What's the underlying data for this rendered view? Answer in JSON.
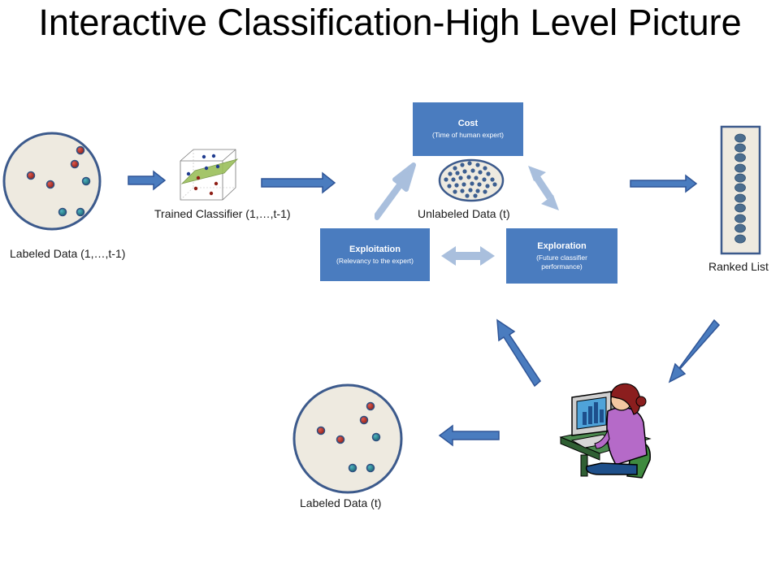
{
  "title": "Interactive Classification-High Level Picture",
  "labels": {
    "labeled_prev": "Labeled Data (1,…,t-1)",
    "trained": "Trained Classifier (1,…,t-1)",
    "unlabeled": "Unlabeled Data (t)",
    "ranked": "Ranked List",
    "labeled_t": "Labeled Data (t)"
  },
  "boxes": {
    "cost": {
      "title": "Cost",
      "sub": "(Time of human expert)"
    },
    "exploitation": {
      "title": "Exploitation",
      "sub": "(Relevancy to the expert)"
    },
    "exploration": {
      "title": "Exploration",
      "sub": "(Future classifier performance)"
    }
  },
  "icons": {
    "classifier": "3d-hyperplane-icon",
    "expert": "human-expert-at-computer-icon"
  },
  "colors": {
    "arrow_fill": "#4a7cbf",
    "arrow_stroke": "#2f5597",
    "box": "#4a7cbf",
    "soft_arrow": "#a9bfdd",
    "circle_fill": "#eeeae0",
    "circle_stroke": "#3c5a8c",
    "dot_red": "#c0392b",
    "dot_teal": "#2a8a9a"
  }
}
